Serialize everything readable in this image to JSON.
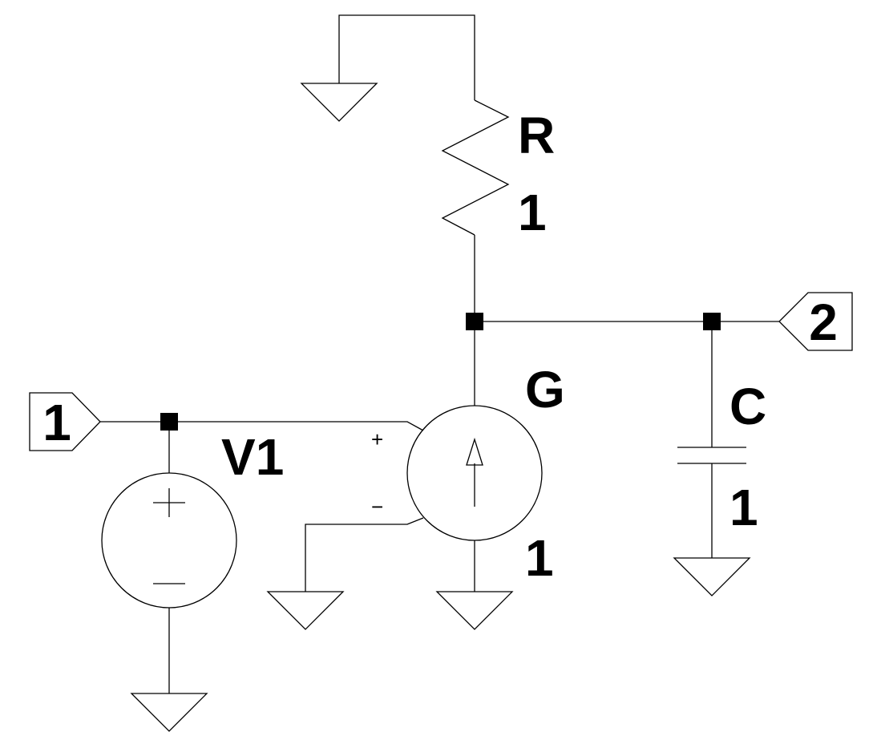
{
  "components": {
    "resistor": {
      "name": "R",
      "value": "1"
    },
    "capacitor": {
      "name": "C",
      "value": "1"
    },
    "voltage_source": {
      "name": "V1"
    },
    "current_source": {
      "name": "G",
      "value": "1",
      "control_plus": "+",
      "control_minus": "−"
    }
  },
  "ports": {
    "port_1": "1",
    "port_2": "2"
  },
  "colors": {
    "stroke": "#000000",
    "background": "#ffffff"
  }
}
